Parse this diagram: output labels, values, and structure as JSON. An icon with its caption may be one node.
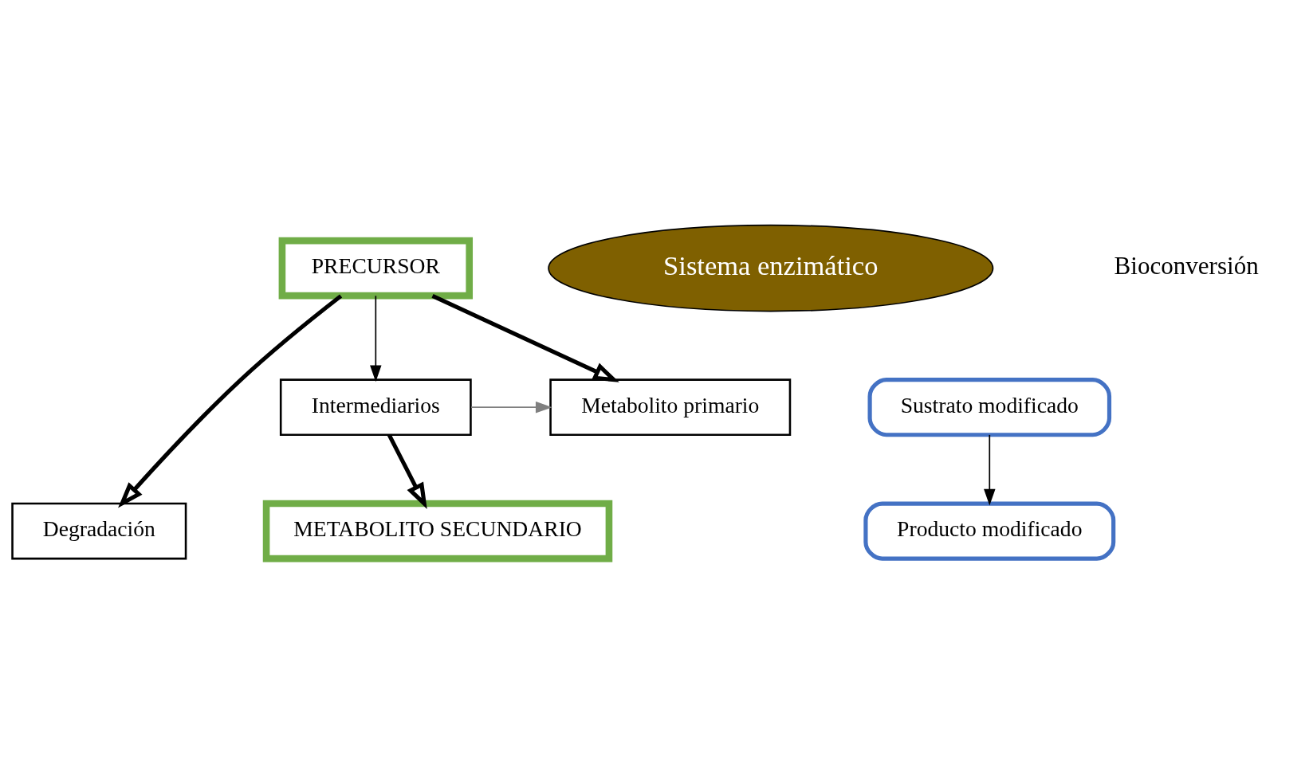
{
  "diagram": {
    "nodes": [
      {
        "text": [
          "Degradación"
        ]
      },
      {
        "text": [
          "Producto modificado"
        ]
      },
      {
        "text": [
          "PRECURSOR"
        ]
      },
      {
        "text": [
          "Sistema enzimático"
        ]
      },
      {
        "text": [
          "Metabolito primario"
        ]
      },
      {
        "text": [
          "Intermediarios"
        ]
      },
      {
        "text": [
          "Sustrato modificado"
        ]
      },
      {
        "text": [
          "METABOLITO SECUNDARIO"
        ]
      }
    ],
    "edges": [
      {
        "from": 2,
        "to": 0,
        "arrow": "to",
        "style": "thick"
      },
      {
        "from": 2,
        "to": 4,
        "arrow": "to",
        "style": "thick"
      },
      {
        "from": 2,
        "to": 5,
        "arrow": "to"
      },
      {
        "from": 5,
        "to": 4,
        "arrow": "to",
        "color": "#808080"
      },
      {
        "from": 5,
        "to": 7,
        "arrow": "to",
        "style": "thick"
      },
      {
        "from": 6,
        "to": 1,
        "arrow": "to"
      }
    ],
    "labels": [
      "Bioconversión"
    ]
  }
}
